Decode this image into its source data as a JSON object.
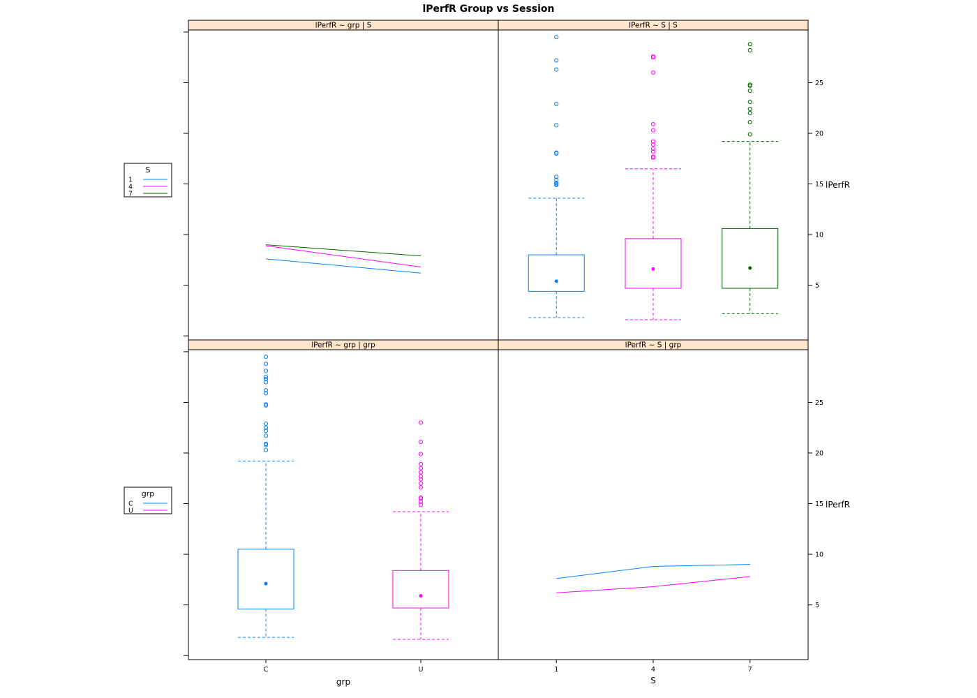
{
  "page_title": "lPerfR  Group vs Session",
  "colors": {
    "S": [
      "#0080ff",
      "#ff00ff",
      "#006400"
    ],
    "grp": [
      "#0080ff",
      "#ff00ff"
    ],
    "strip": "#ffe5cc"
  },
  "axes": {
    "y_ticks": [
      "5",
      "10",
      "15",
      "20",
      "25"
    ],
    "ylabel": "lPerfR",
    "grp_ticks": [
      "C",
      "U"
    ],
    "S_ticks": [
      "1",
      "4",
      "7"
    ],
    "xlabel_grp": "grp",
    "xlabel_S": "S"
  },
  "legends": [
    {
      "title": "S",
      "keys": [
        "1",
        "4",
        "7"
      ]
    },
    {
      "title": "grp",
      "keys": [
        "C",
        "U"
      ]
    }
  ],
  "chart_data": [
    {
      "type": "line",
      "strip": "lPerfR ~ grp | S",
      "categories": [
        "C",
        "U"
      ],
      "ylim": [
        -0.4,
        30.2
      ],
      "series": [
        {
          "name": "1",
          "values": [
            7.6,
            6.2
          ]
        },
        {
          "name": "4",
          "values": [
            8.9,
            6.8
          ]
        },
        {
          "name": "7",
          "values": [
            9.0,
            7.9
          ]
        }
      ]
    },
    {
      "type": "box",
      "strip": "lPerfR ~ S | S",
      "categories": [
        "1",
        "4",
        "7"
      ],
      "ylim": [
        -0.4,
        30.2
      ],
      "boxes": [
        {
          "whisker_low": 1.8,
          "q1": 4.4,
          "median": 5.4,
          "q3": 8.0,
          "whisker_high": 13.6,
          "outliers": [
            14.9,
            15.0,
            15.1,
            15.4,
            15.7,
            18.0,
            18.1,
            20.8,
            22.9,
            26.3,
            27.2,
            29.5
          ]
        },
        {
          "whisker_low": 1.6,
          "q1": 4.7,
          "median": 6.6,
          "q3": 9.6,
          "whisker_high": 16.5,
          "outliers": [
            17.6,
            17.7,
            18.2,
            18.5,
            18.9,
            19.2,
            20.3,
            20.9,
            26.0,
            27.5,
            27.6
          ]
        },
        {
          "whisker_low": 2.2,
          "q1": 4.7,
          "median": 6.7,
          "q3": 10.6,
          "whisker_high": 19.2,
          "outliers": [
            19.9,
            21.1,
            22.0,
            22.4,
            23.1,
            24.2,
            24.7,
            24.8,
            28.2,
            28.8
          ]
        }
      ]
    },
    {
      "type": "box",
      "strip": "lPerfR ~ grp | grp",
      "categories": [
        "C",
        "U"
      ],
      "ylim": [
        -0.4,
        30.2
      ],
      "boxes": [
        {
          "whisker_low": 1.8,
          "q1": 4.6,
          "median": 7.1,
          "q3": 10.5,
          "whisker_high": 19.2,
          "outliers": [
            20.3,
            20.8,
            20.9,
            21.7,
            22.2,
            22.5,
            22.9,
            24.7,
            24.8,
            25.9,
            26.2,
            27.0,
            27.3,
            27.5,
            28.1,
            28.8,
            29.5
          ]
        },
        {
          "whisker_low": 1.6,
          "q1": 4.7,
          "median": 5.9,
          "q3": 8.4,
          "whisker_high": 14.2,
          "outliers": [
            14.9,
            15.2,
            15.5,
            15.6,
            16.6,
            17.0,
            17.4,
            17.7,
            18.1,
            18.5,
            18.9,
            19.9,
            21.1,
            23.0
          ]
        }
      ]
    },
    {
      "type": "line",
      "strip": "lPerfR ~ S | grp",
      "categories": [
        "1",
        "4",
        "7"
      ],
      "ylim": [
        -0.4,
        30.2
      ],
      "series": [
        {
          "name": "C",
          "values": [
            7.6,
            8.8,
            9.0
          ]
        },
        {
          "name": "U",
          "values": [
            6.2,
            6.8,
            7.8
          ]
        }
      ]
    }
  ]
}
